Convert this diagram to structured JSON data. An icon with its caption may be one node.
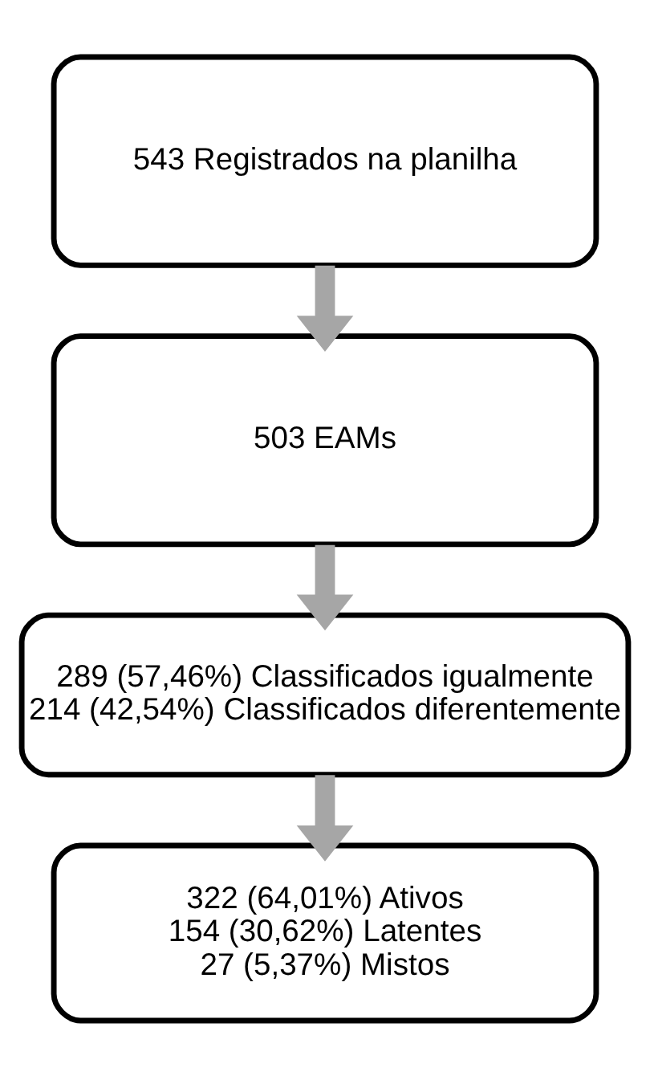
{
  "diagram": {
    "nodes": [
      {
        "text": [
          "543 Registrados na planilha"
        ]
      },
      {
        "text": [
          "503 EAMs"
        ]
      },
      {
        "text": [
          "289 (57,46%) Classificados igualmente",
          "214 (42,54%) Classificados diferentemente"
        ]
      },
      {
        "text": [
          "322 (64,01%) Ativos",
          "154 (30,62%) Latentes",
          "27 (5,37%) Mistos"
        ]
      }
    ],
    "edges": [
      {
        "from": 0,
        "to": 1,
        "arrow": "to",
        "color": "#a6a6a6"
      },
      {
        "from": 1,
        "to": 2,
        "arrow": "to",
        "color": "#a6a6a6"
      },
      {
        "from": 2,
        "to": 3,
        "arrow": "to",
        "color": "#a6a6a6"
      }
    ]
  }
}
